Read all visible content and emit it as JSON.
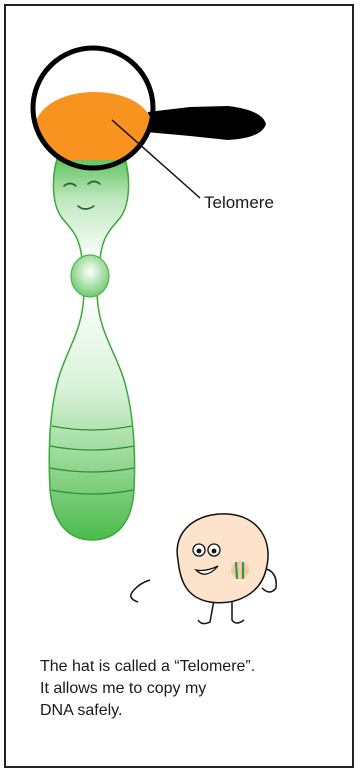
{
  "diagram": {
    "label": "Telomere",
    "caption_lines": [
      "The hat is called a “Telomere”.",
      " It allows me to copy my",
      "DNA safely."
    ]
  },
  "colors": {
    "telomere": "#f7931e",
    "chromosome": "#5cc85c",
    "magnifier": "#000000",
    "cell": "#fde2cc"
  }
}
